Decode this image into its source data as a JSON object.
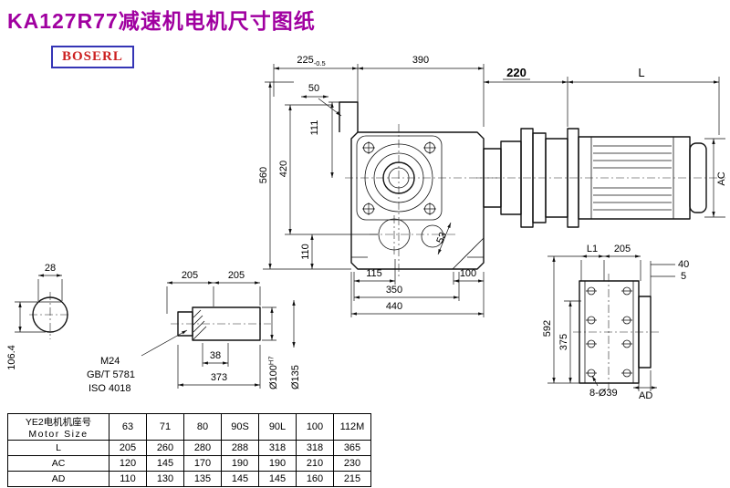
{
  "title": "KA127R77减速机电机尺寸图纸",
  "logo": "BOSERL",
  "colors": {
    "title": "#a000a0",
    "logo_text": "#cc2020",
    "logo_border": "#3535b5"
  },
  "drawing": {
    "dims": {
      "d225": "225",
      "d225_tol": "-0.5",
      "d390": "390",
      "d220": "220",
      "dL": "L",
      "d50": "50",
      "d111": "111",
      "d560": "560",
      "d420": "420",
      "d110": "110",
      "d115": "115",
      "d53": "53",
      "d100": "100",
      "d350": "350",
      "d440": "440",
      "dAC": "AC",
      "d28": "28",
      "d106_4": "106.4",
      "d205a": "205",
      "d205b": "205",
      "thread": "M24",
      "thread_std_1": "GB/T 5781",
      "thread_std_2": "ISO 4018",
      "d38": "38",
      "d373": "373",
      "bore": "Ø100",
      "bore_fit": "H7",
      "flange": "Ø135",
      "dL1": "L1",
      "d205c": "205",
      "d40": "40",
      "d5": "5",
      "d592": "592",
      "d375": "375",
      "holes": "8-Ø39",
      "dAD": "AD"
    }
  },
  "table": {
    "header_cn": "YE2电机机座号",
    "header_en": "Motor Size",
    "columns": [
      "63",
      "71",
      "80",
      "90S",
      "90L",
      "100",
      "112M"
    ],
    "rows": [
      {
        "label": "L",
        "values": [
          "205",
          "260",
          "280",
          "288",
          "318",
          "318",
          "365"
        ]
      },
      {
        "label": "AC",
        "values": [
          "120",
          "145",
          "170",
          "190",
          "190",
          "210",
          "230"
        ]
      },
      {
        "label": "AD",
        "values": [
          "110",
          "130",
          "135",
          "145",
          "145",
          "160",
          "215"
        ]
      }
    ]
  }
}
